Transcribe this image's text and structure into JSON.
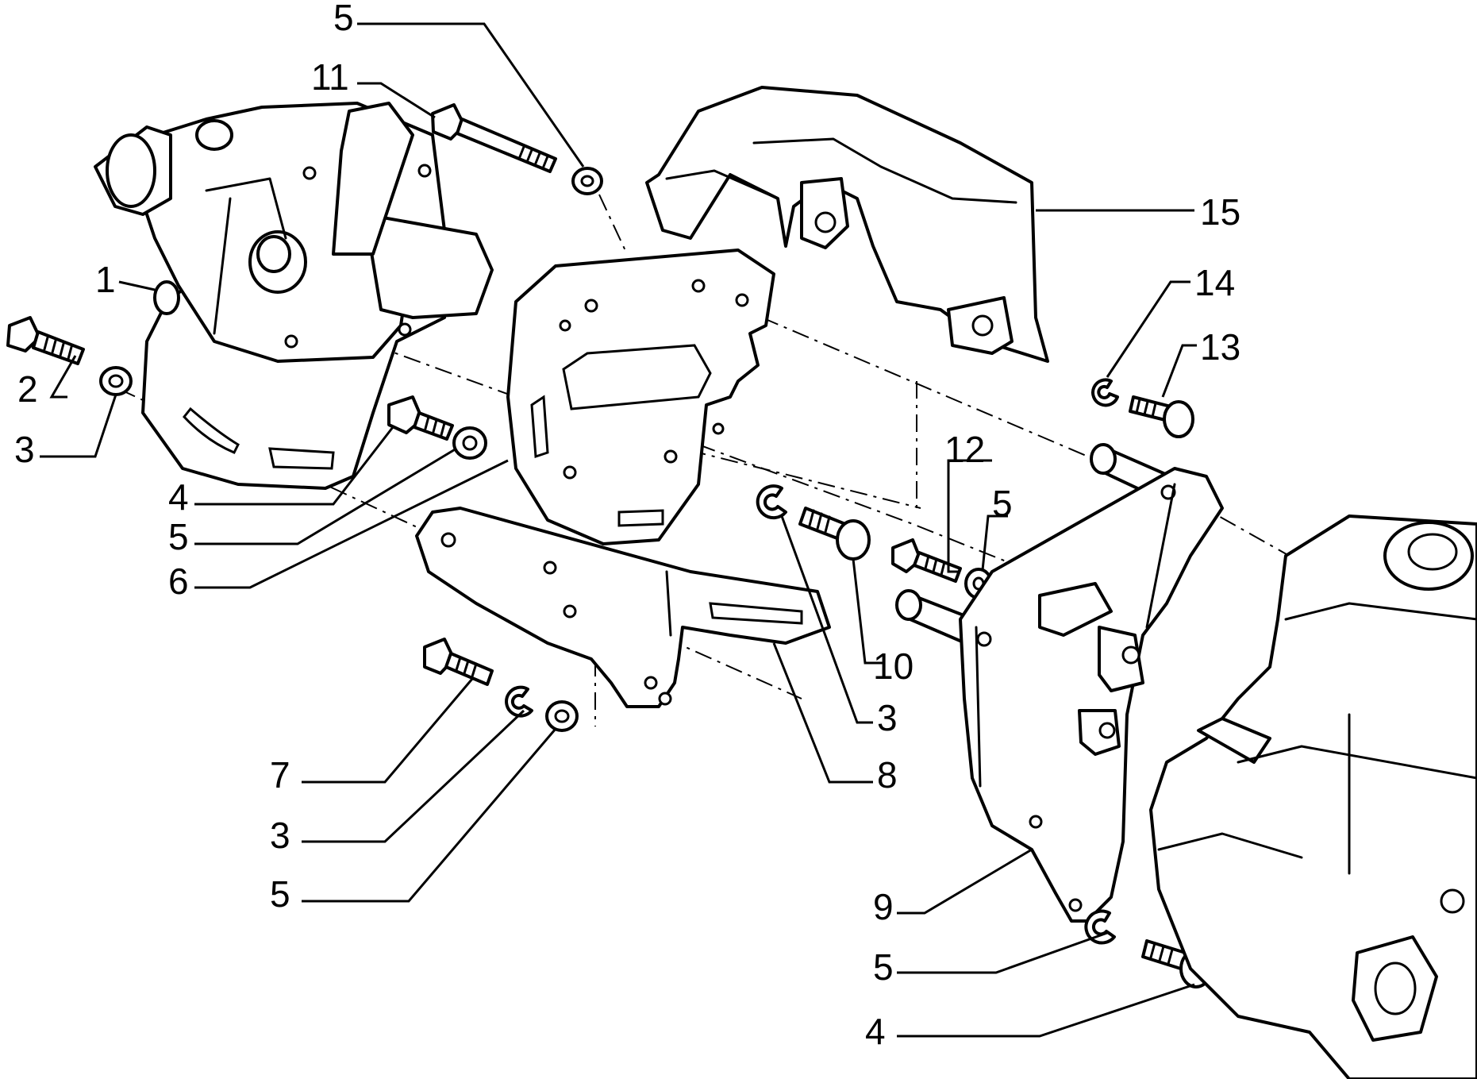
{
  "callouts": [
    {
      "id": "c5a",
      "text": "5"
    },
    {
      "id": "c11",
      "text": "11"
    },
    {
      "id": "c15",
      "text": "15"
    },
    {
      "id": "c14",
      "text": "14"
    },
    {
      "id": "c13",
      "text": "13"
    },
    {
      "id": "c1",
      "text": "1"
    },
    {
      "id": "c2",
      "text": "2"
    },
    {
      "id": "c3a",
      "text": "3"
    },
    {
      "id": "c4a",
      "text": "4"
    },
    {
      "id": "c5b",
      "text": "5"
    },
    {
      "id": "c6",
      "text": "6"
    },
    {
      "id": "c12",
      "text": "12"
    },
    {
      "id": "c5c",
      "text": "5"
    },
    {
      "id": "c10",
      "text": "10"
    },
    {
      "id": "c3b",
      "text": "3"
    },
    {
      "id": "c8",
      "text": "8"
    },
    {
      "id": "c7",
      "text": "7"
    },
    {
      "id": "c3c",
      "text": "3"
    },
    {
      "id": "c5d",
      "text": "5"
    },
    {
      "id": "c9",
      "text": "9"
    },
    {
      "id": "c5e",
      "text": "5"
    },
    {
      "id": "c4b",
      "text": "4"
    }
  ]
}
